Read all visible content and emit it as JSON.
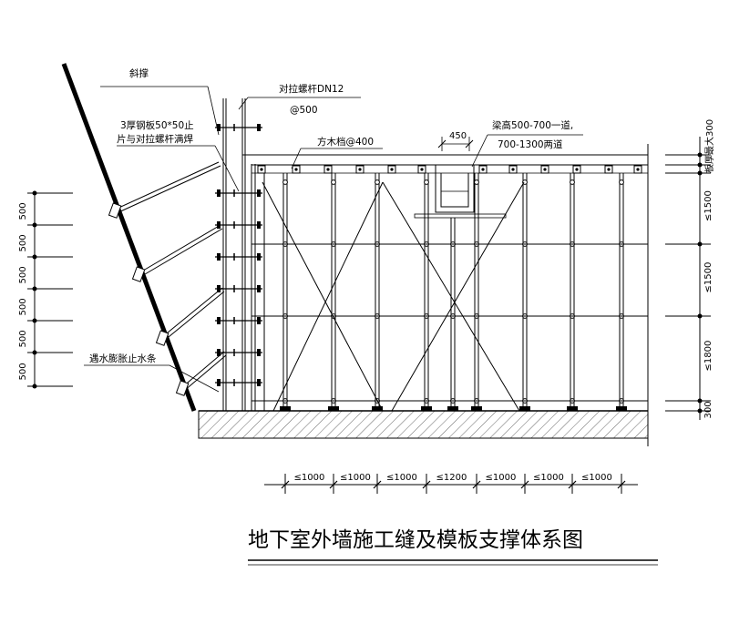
{
  "title": "地下室外墙施工缝及模板支撑体系图",
  "labels": {
    "brace": "斜撑",
    "steel_plate_1": "3厚钢板50*50止",
    "steel_plate_2": "片与对拉螺杆满焊",
    "tie_rod_1": "对拉螺杆DN12",
    "tie_rod_2": "@500",
    "timber": "方木档@400",
    "beam_1": "梁高500-700一道,",
    "beam_2": "700-1300两道",
    "waterstop": "遇水膨胀止水条",
    "slab_thickness": "板厚最大300"
  },
  "dims_left": [
    "500",
    "500",
    "500",
    "500",
    "500",
    "500"
  ],
  "dims_right": [
    "≤1500",
    "≤1500",
    "≤1800",
    "300"
  ],
  "dims_bottom": [
    "≤1000",
    "≤1000",
    "≤1000",
    "≤1200",
    "≤1000",
    "≤1000",
    "≤1000"
  ],
  "dim_450": "450",
  "colors": {
    "line": "#000000",
    "background": "#ffffff"
  }
}
